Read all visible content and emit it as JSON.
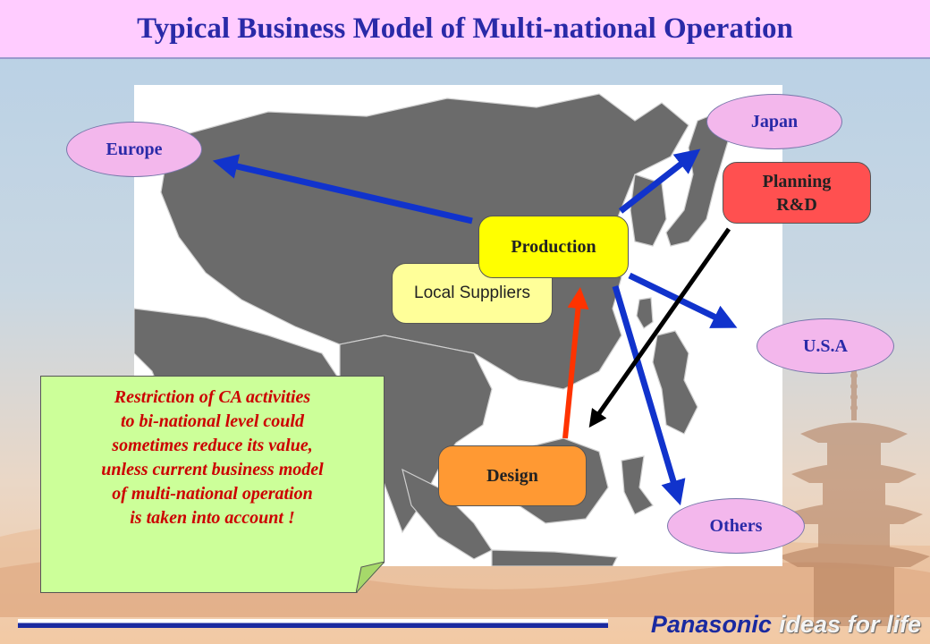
{
  "title": "Typical Business Model of Multi-national Operation",
  "regions": {
    "europe": "Europe",
    "japan": "Japan",
    "usa": "U.S.A",
    "others": "Others"
  },
  "boxes": {
    "planning": [
      "Planning",
      "R&D"
    ],
    "production": "Production",
    "local_suppliers": "Local Suppliers",
    "design": "Design"
  },
  "note": {
    "lines": [
      "Restriction of CA activities",
      "to bi-national level could",
      "sometimes reduce its value,",
      "unless current business model",
      "of multi-national operation",
      "is taken into account !"
    ]
  },
  "footer": {
    "brand": "Panasonic",
    "tagline": "ideas for life"
  },
  "colors": {
    "title_bg": "#ffccff",
    "title_text": "#2a2aa8",
    "region_oval": "#f3b7ec",
    "planning_box": "#ff5050",
    "production_box": "#ffff00",
    "suppliers_box": "#ffff99",
    "design_box": "#ff9933",
    "note_bg": "#ccff99",
    "note_text": "#cc0000",
    "blue_arrow": "#1133cc",
    "red_arrow": "#ff3300",
    "black_arrow": "#000000",
    "map_land": "#6b6b6b"
  }
}
